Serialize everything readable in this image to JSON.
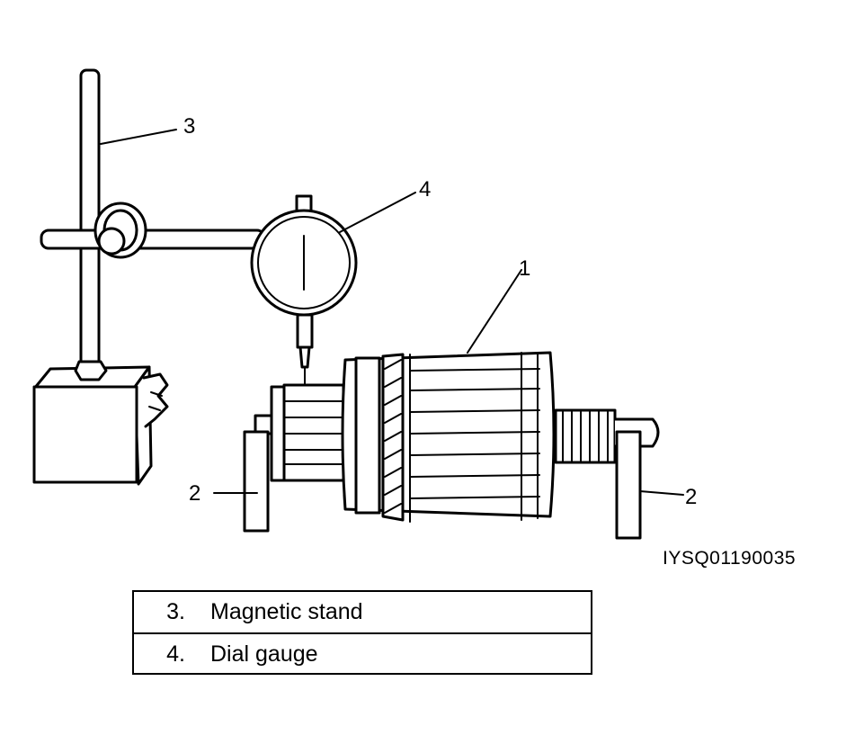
{
  "callouts": {
    "armature": "1",
    "v_block_left": "2",
    "v_block_right": "2",
    "magnetic_stand": "3",
    "dial_gauge": "4"
  },
  "figure_code": "IYSQ01190035",
  "legend": [
    {
      "number": "3.",
      "label": "Magnetic stand"
    },
    {
      "number": "4.",
      "label": "Dial gauge"
    }
  ]
}
